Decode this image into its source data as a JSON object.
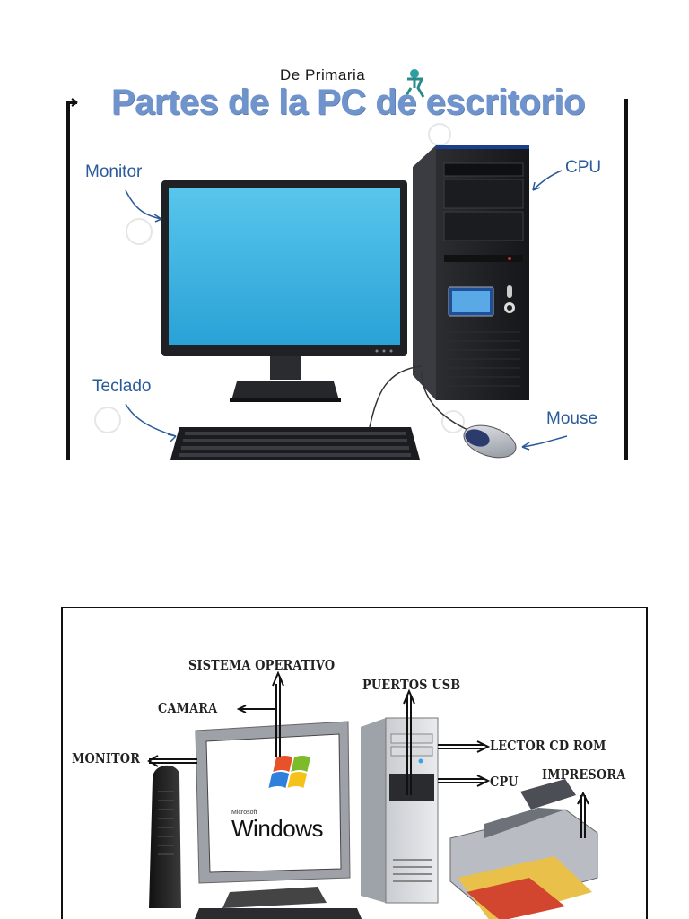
{
  "figure1": {
    "top_caption": "De Primaria",
    "title": "Partes de la PC de escritorio",
    "labels": {
      "monitor": "Monitor",
      "cpu": "CPU",
      "keyboard": "Teclado",
      "mouse": "Mouse"
    },
    "colors": {
      "title": "#6f93cc",
      "labels": "#2a5a9a",
      "screen": "#3fb3e0"
    }
  },
  "figure2": {
    "labels": {
      "os": "SISTEMA OPERATIVO",
      "usb": "PUERTOS USB",
      "camera": "CAMARA",
      "monitor": "MONITOR",
      "cd_reader": "LECTOR CD ROM",
      "cpu": "CPU",
      "printer": "IMPRESORA"
    },
    "screen_brand": "Microsoft",
    "screen_product": "Windows"
  }
}
